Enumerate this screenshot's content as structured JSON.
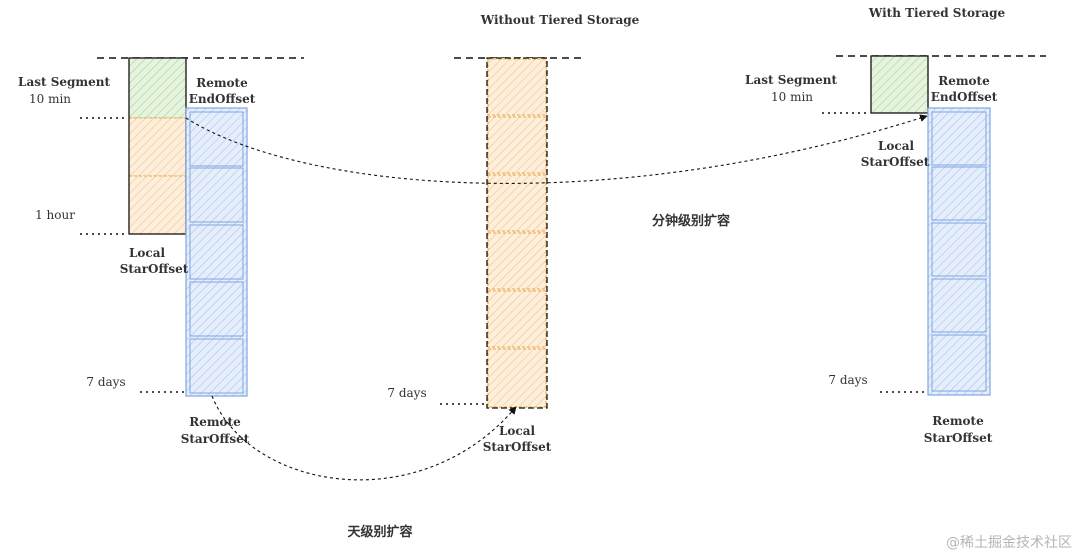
{
  "colors": {
    "local_fill": "#fbe6c8",
    "local_stroke": "#e9a64a",
    "remote_fill": "#dde8fa",
    "remote_stroke": "#7ea6e0",
    "last_fill": "#dff0d8",
    "last_stroke": "#97c97f",
    "border": "#111111",
    "text": "#333333"
  },
  "left": {
    "last_segment": "Last Segment",
    "ten_min": "10 min",
    "one_hour": "1 hour",
    "seven_days": "7 days",
    "remote_end": [
      "Remote",
      "EndOffset"
    ],
    "local_start": [
      "Local",
      "StarOffset"
    ],
    "remote_start": [
      "Remote",
      "StarOffset"
    ]
  },
  "middle": {
    "title": "Without Tiered Storage",
    "seven_days": "7 days",
    "local_start": [
      "Local",
      "StarOffset"
    ]
  },
  "right": {
    "title": "With Tiered Storage",
    "last_segment": "Last Segment",
    "ten_min": "10 min",
    "seven_days": "7 days",
    "remote_end": [
      "Remote",
      "EndOffset"
    ],
    "local_start": [
      "Local",
      "StarOffset"
    ],
    "remote_start": [
      "Remote",
      "StarOffset"
    ]
  },
  "annotations": {
    "minute_scale": "分钟级别扩容",
    "day_scale": "天级别扩容"
  },
  "watermark": "@稀土掘金技术社区"
}
